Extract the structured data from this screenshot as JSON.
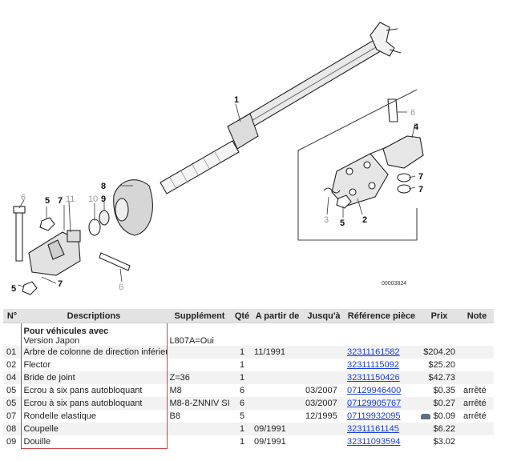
{
  "diagram": {
    "code": "00003824",
    "callouts": [
      "1",
      "2",
      "3",
      "4",
      "5",
      "6",
      "7",
      "8",
      "9",
      "10",
      "11"
    ]
  },
  "table": {
    "headers": [
      "N°",
      "Descriptions",
      "Supplément",
      "Qté",
      "A partir de",
      "Jusqu'à",
      "Référence pièce",
      "Prix",
      "Note"
    ],
    "group": {
      "title": "Pour véhicules avec",
      "subtitle": "Version Japon",
      "supplement": "L807A=Oui"
    },
    "rows": [
      {
        "num": "01",
        "desc": "Arbre de colonne de direction inférieur",
        "supp": "",
        "qty": "1",
        "from": "11/1991",
        "to": "",
        "ref": "32311161582",
        "price": "$204.20",
        "note": ""
      },
      {
        "num": "02",
        "desc": "Flector",
        "supp": "",
        "qty": "1",
        "from": "",
        "to": "",
        "ref": "32311115092",
        "price": "$25.20",
        "note": ""
      },
      {
        "num": "04",
        "desc": "Bride de joint",
        "supp": "Z=36",
        "qty": "1",
        "from": "",
        "to": "",
        "ref": "32311150426",
        "price": "$42.73",
        "note": ""
      },
      {
        "num": "05",
        "desc": "Ecrou à six pans autobloquant",
        "supp": "M8",
        "qty": "6",
        "from": "",
        "to": "03/2007",
        "ref": "07129946400",
        "price": "$0.35",
        "note": "arrêté"
      },
      {
        "num": "05",
        "desc": "Ecrou à six pans autobloquant",
        "supp": "M8-8-ZNNIV SI",
        "qty": "6",
        "from": "",
        "to": "03/2007",
        "ref": "07129905767",
        "price": "$0.27",
        "note": "arrêté"
      },
      {
        "num": "07",
        "desc": "Rondelle elastique",
        "supp": "B8",
        "qty": "5",
        "from": "",
        "to": "12/1995",
        "ref": "07119932095",
        "price": "$0.09",
        "note": "arrêté"
      },
      {
        "num": "08",
        "desc": "Coupelle",
        "supp": "",
        "qty": "1",
        "from": "09/1991",
        "to": "",
        "ref": "32311161145",
        "price": "$6.22",
        "note": ""
      },
      {
        "num": "09",
        "desc": "Douille",
        "supp": "",
        "qty": "1",
        "from": "09/1991",
        "to": "",
        "ref": "32311093594",
        "price": "$3.02",
        "note": ""
      }
    ]
  },
  "icons": {
    "row_07_price": "car-icon"
  },
  "colors": {
    "link": "#1a3fd6",
    "group_border": "#cc4444",
    "header_bg": "#e3e3e3",
    "row_alt": "#f2f2f2"
  }
}
